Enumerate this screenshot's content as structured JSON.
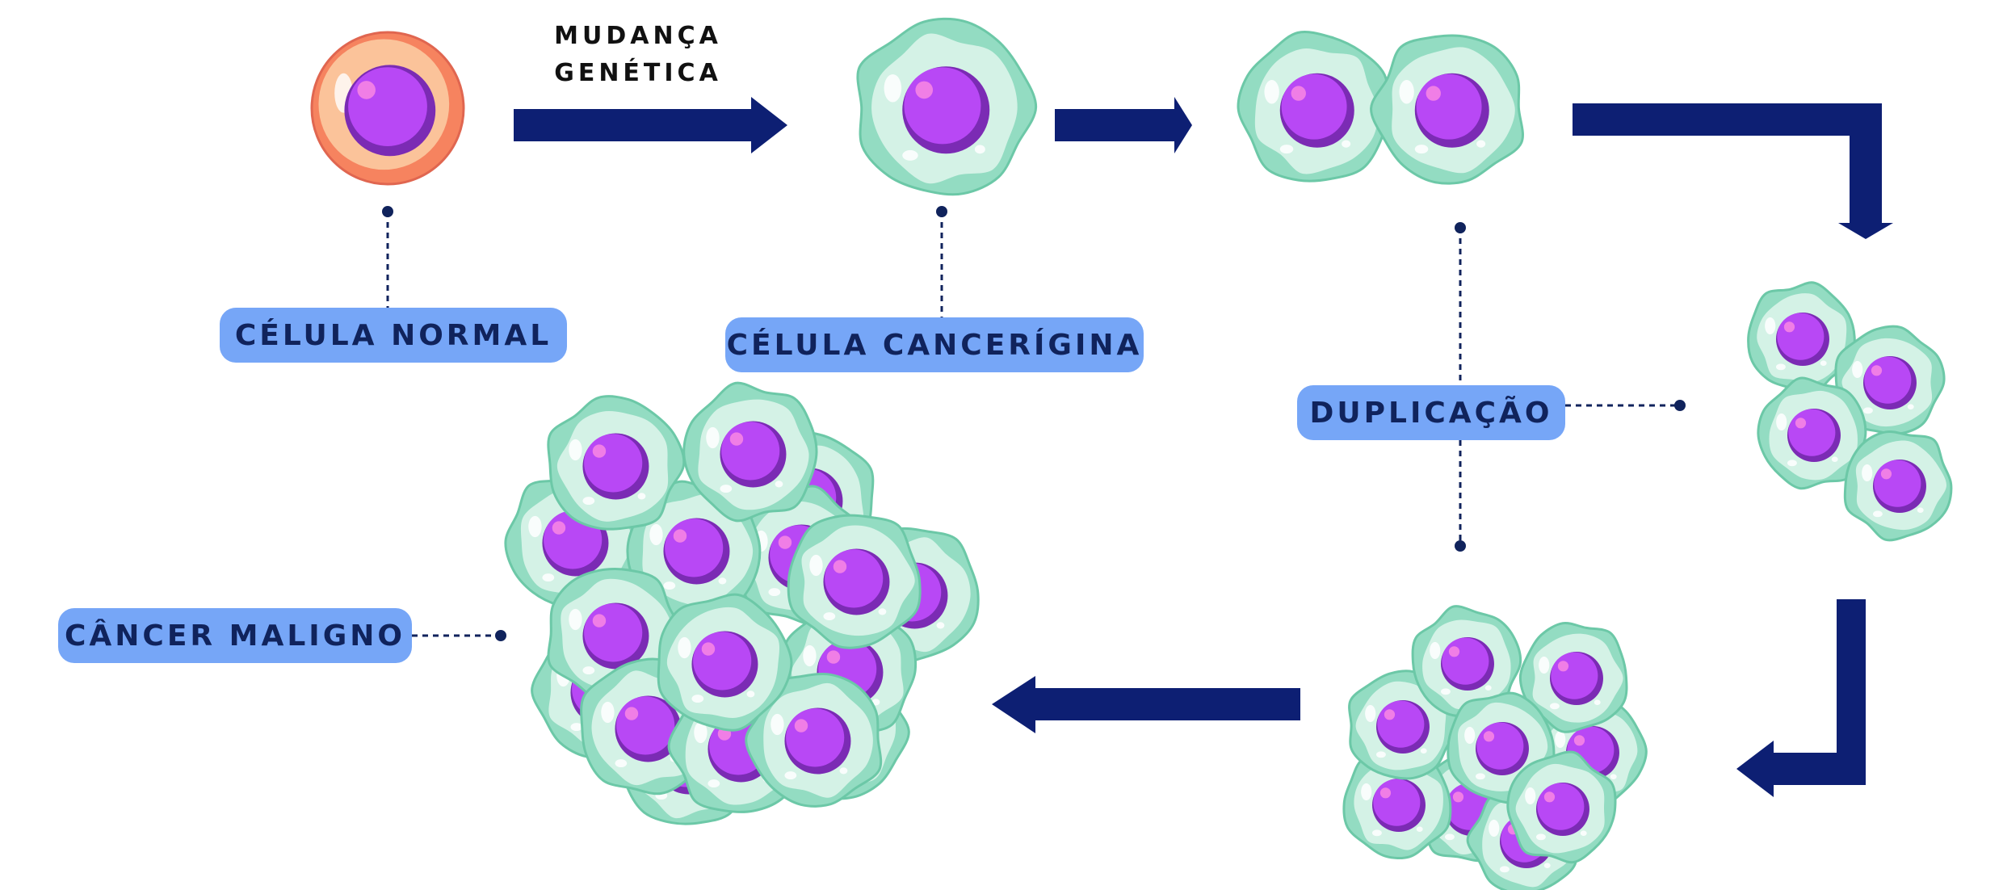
{
  "colors": {
    "arrow": "#0d1f73",
    "pill_bg": "#76a6f7",
    "pill_text": "#10235c",
    "connector": "#10235c",
    "cell_membrane": "#93dcc2",
    "cell_cytoplasm": "#d4f2e6",
    "cell_outline": "#6cc8a7",
    "nucleus": "#b848f5",
    "nucleus_shadow": "#7b2bb4",
    "nucleolus": "#f07ee6",
    "normal_cell_outer": "#f6835f",
    "normal_cell_inner": "#fbc39a"
  },
  "diagram": {
    "caption": {
      "line1": "MUDANÇA",
      "line2": "GENÉTICA"
    },
    "labels": {
      "normal_cell": "CÉLULA NORMAL",
      "cancer_cell": "CÉLULA CANCERÍGINA",
      "duplication": "DUPLICAÇÃO",
      "malignant": "CÂNCER MALIGNO"
    }
  }
}
